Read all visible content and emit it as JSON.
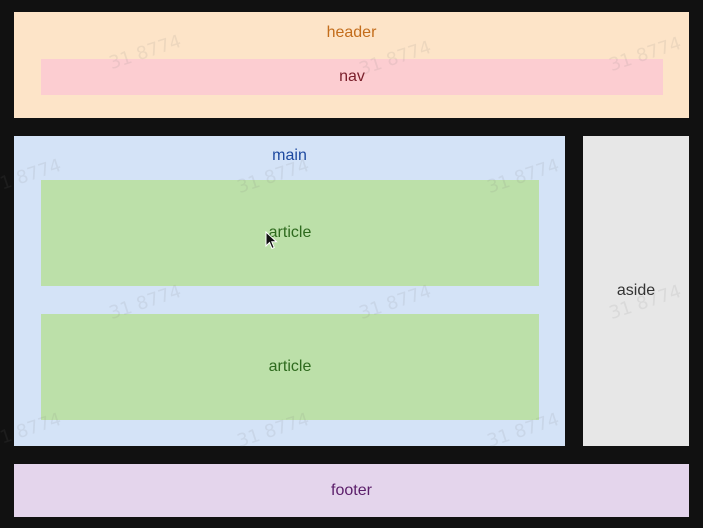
{
  "header": {
    "label": "header"
  },
  "nav": {
    "label": "nav"
  },
  "main": {
    "label": "main",
    "articles": [
      {
        "label": "article"
      },
      {
        "label": "article"
      }
    ]
  },
  "aside": {
    "label": "aside"
  },
  "footer": {
    "label": "footer"
  },
  "watermark": {
    "text": "31 8774"
  },
  "colors": {
    "background": "#111111",
    "header": "#fde4c8",
    "nav": "#fccdd1",
    "main": "#d4e3f7",
    "article": "#bce0a9",
    "aside": "#e7e7e7",
    "footer": "#e4d5ec"
  }
}
